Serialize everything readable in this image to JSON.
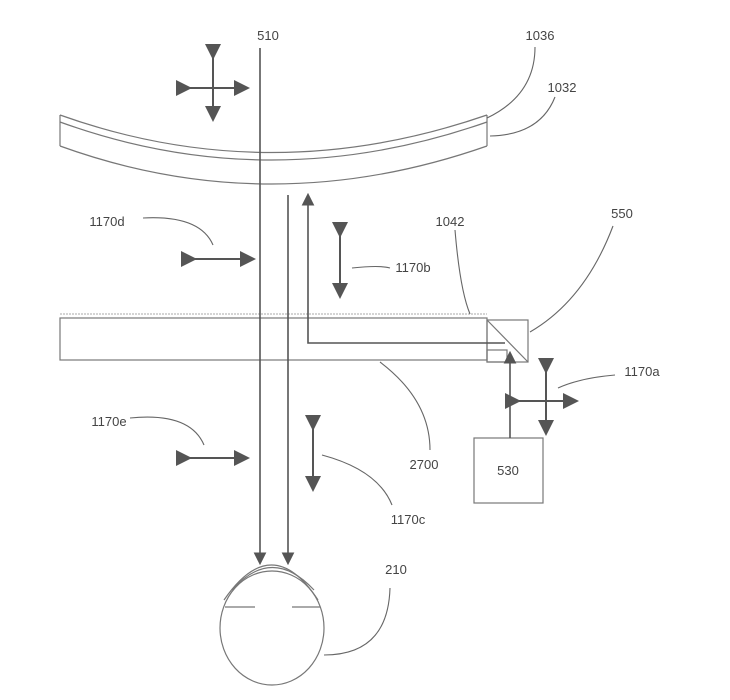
{
  "labels": {
    "beam": "510",
    "lens_outer": "1036",
    "lens_body": "1032",
    "actuator_d": "1170d",
    "actuator_b": "1170b",
    "waveguide_top": "1042",
    "coupler": "550",
    "actuator_a": "1170a",
    "actuator_e": "1170e",
    "waveguide": "2700",
    "actuator_c": "1170c",
    "projector": "530",
    "eye": "210"
  }
}
